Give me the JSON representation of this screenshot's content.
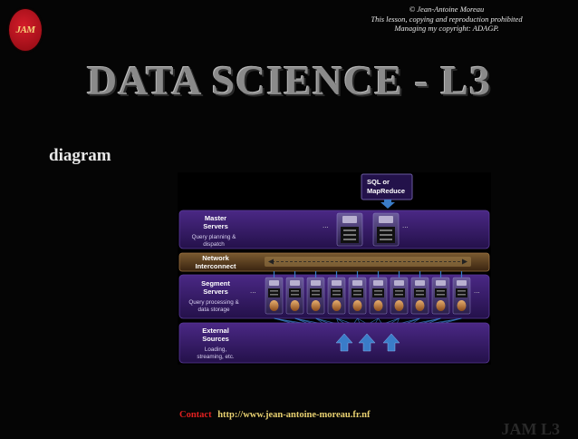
{
  "logo": {
    "text": "JAM"
  },
  "copyright": {
    "line1": "© Jean-Antoine Moreau",
    "line2": "This lesson, copying and reproduction prohibited",
    "line3": "Managing my copyright: ADAGP."
  },
  "title": "DATA SCIENCE - L3",
  "section_label": "diagram",
  "diagram": {
    "query_box": {
      "line1": "SQL or",
      "line2": "MapReduce"
    },
    "rows": {
      "master": {
        "title1": "Master",
        "title2": "Servers",
        "desc1": "Query planning &",
        "desc2": "dispatch"
      },
      "network": {
        "title1": "Network",
        "title2": "Interconnect"
      },
      "segment": {
        "title1": "Segment",
        "title2": "Servers",
        "desc1": "Query processing &",
        "desc2": "data storage"
      },
      "external": {
        "title1": "External",
        "title2": "Sources",
        "desc1": "Loading,",
        "desc2": "streaming, etc."
      }
    },
    "ellipsis": "...",
    "colors": {
      "purple": "#3a1d6e",
      "network": "#5a3d1e",
      "arrow": "#3a7cc8"
    }
  },
  "footer": {
    "contact_label": "Contact",
    "url": "http://www.jean-antoine-moreau.fr.nf"
  },
  "corner_mark": "JAM L3"
}
